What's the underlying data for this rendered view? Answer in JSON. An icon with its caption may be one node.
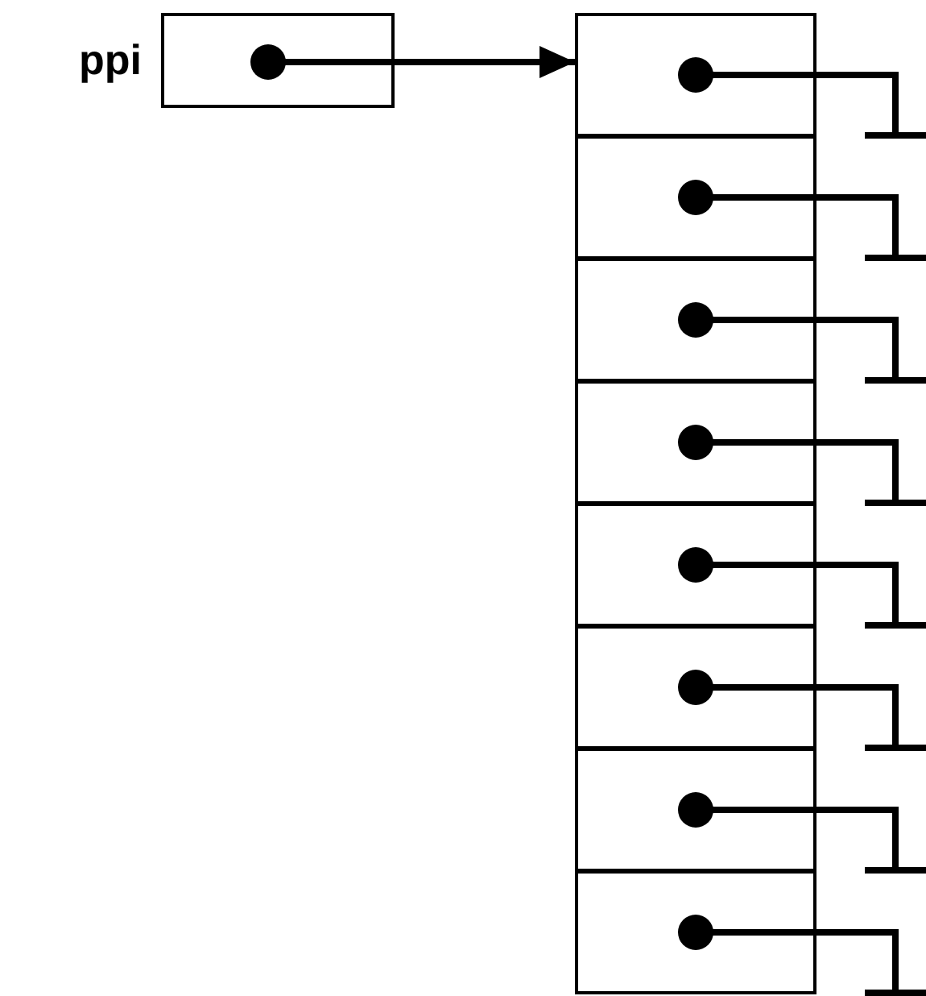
{
  "diagram": {
    "nodes": [
      {
        "text": [
          "ppi"
        ]
      },
      {
        "text": [],
        "shape": "box"
      },
      {
        "text": [],
        "shape": "box"
      },
      {
        "text": [],
        "shape": "box"
      },
      {
        "text": [],
        "shape": "box"
      },
      {
        "text": [],
        "shape": "box"
      },
      {
        "text": [],
        "shape": "box"
      },
      {
        "text": [],
        "shape": "box"
      },
      {
        "text": [],
        "shape": "box"
      }
    ],
    "edges": [
      {
        "from": 0,
        "to": 1,
        "arrow": "to"
      },
      {
        "from": 1,
        "to": null,
        "arrow": "other"
      },
      {
        "from": 2,
        "to": null,
        "arrow": "other"
      },
      {
        "from": 3,
        "to": null,
        "arrow": "other"
      },
      {
        "from": 4,
        "to": null,
        "arrow": "other"
      },
      {
        "from": 5,
        "to": null,
        "arrow": "other"
      },
      {
        "from": 6,
        "to": null,
        "arrow": "other"
      },
      {
        "from": 7,
        "to": null,
        "arrow": "other"
      },
      {
        "from": 8,
        "to": null,
        "arrow": "other"
      }
    ]
  }
}
